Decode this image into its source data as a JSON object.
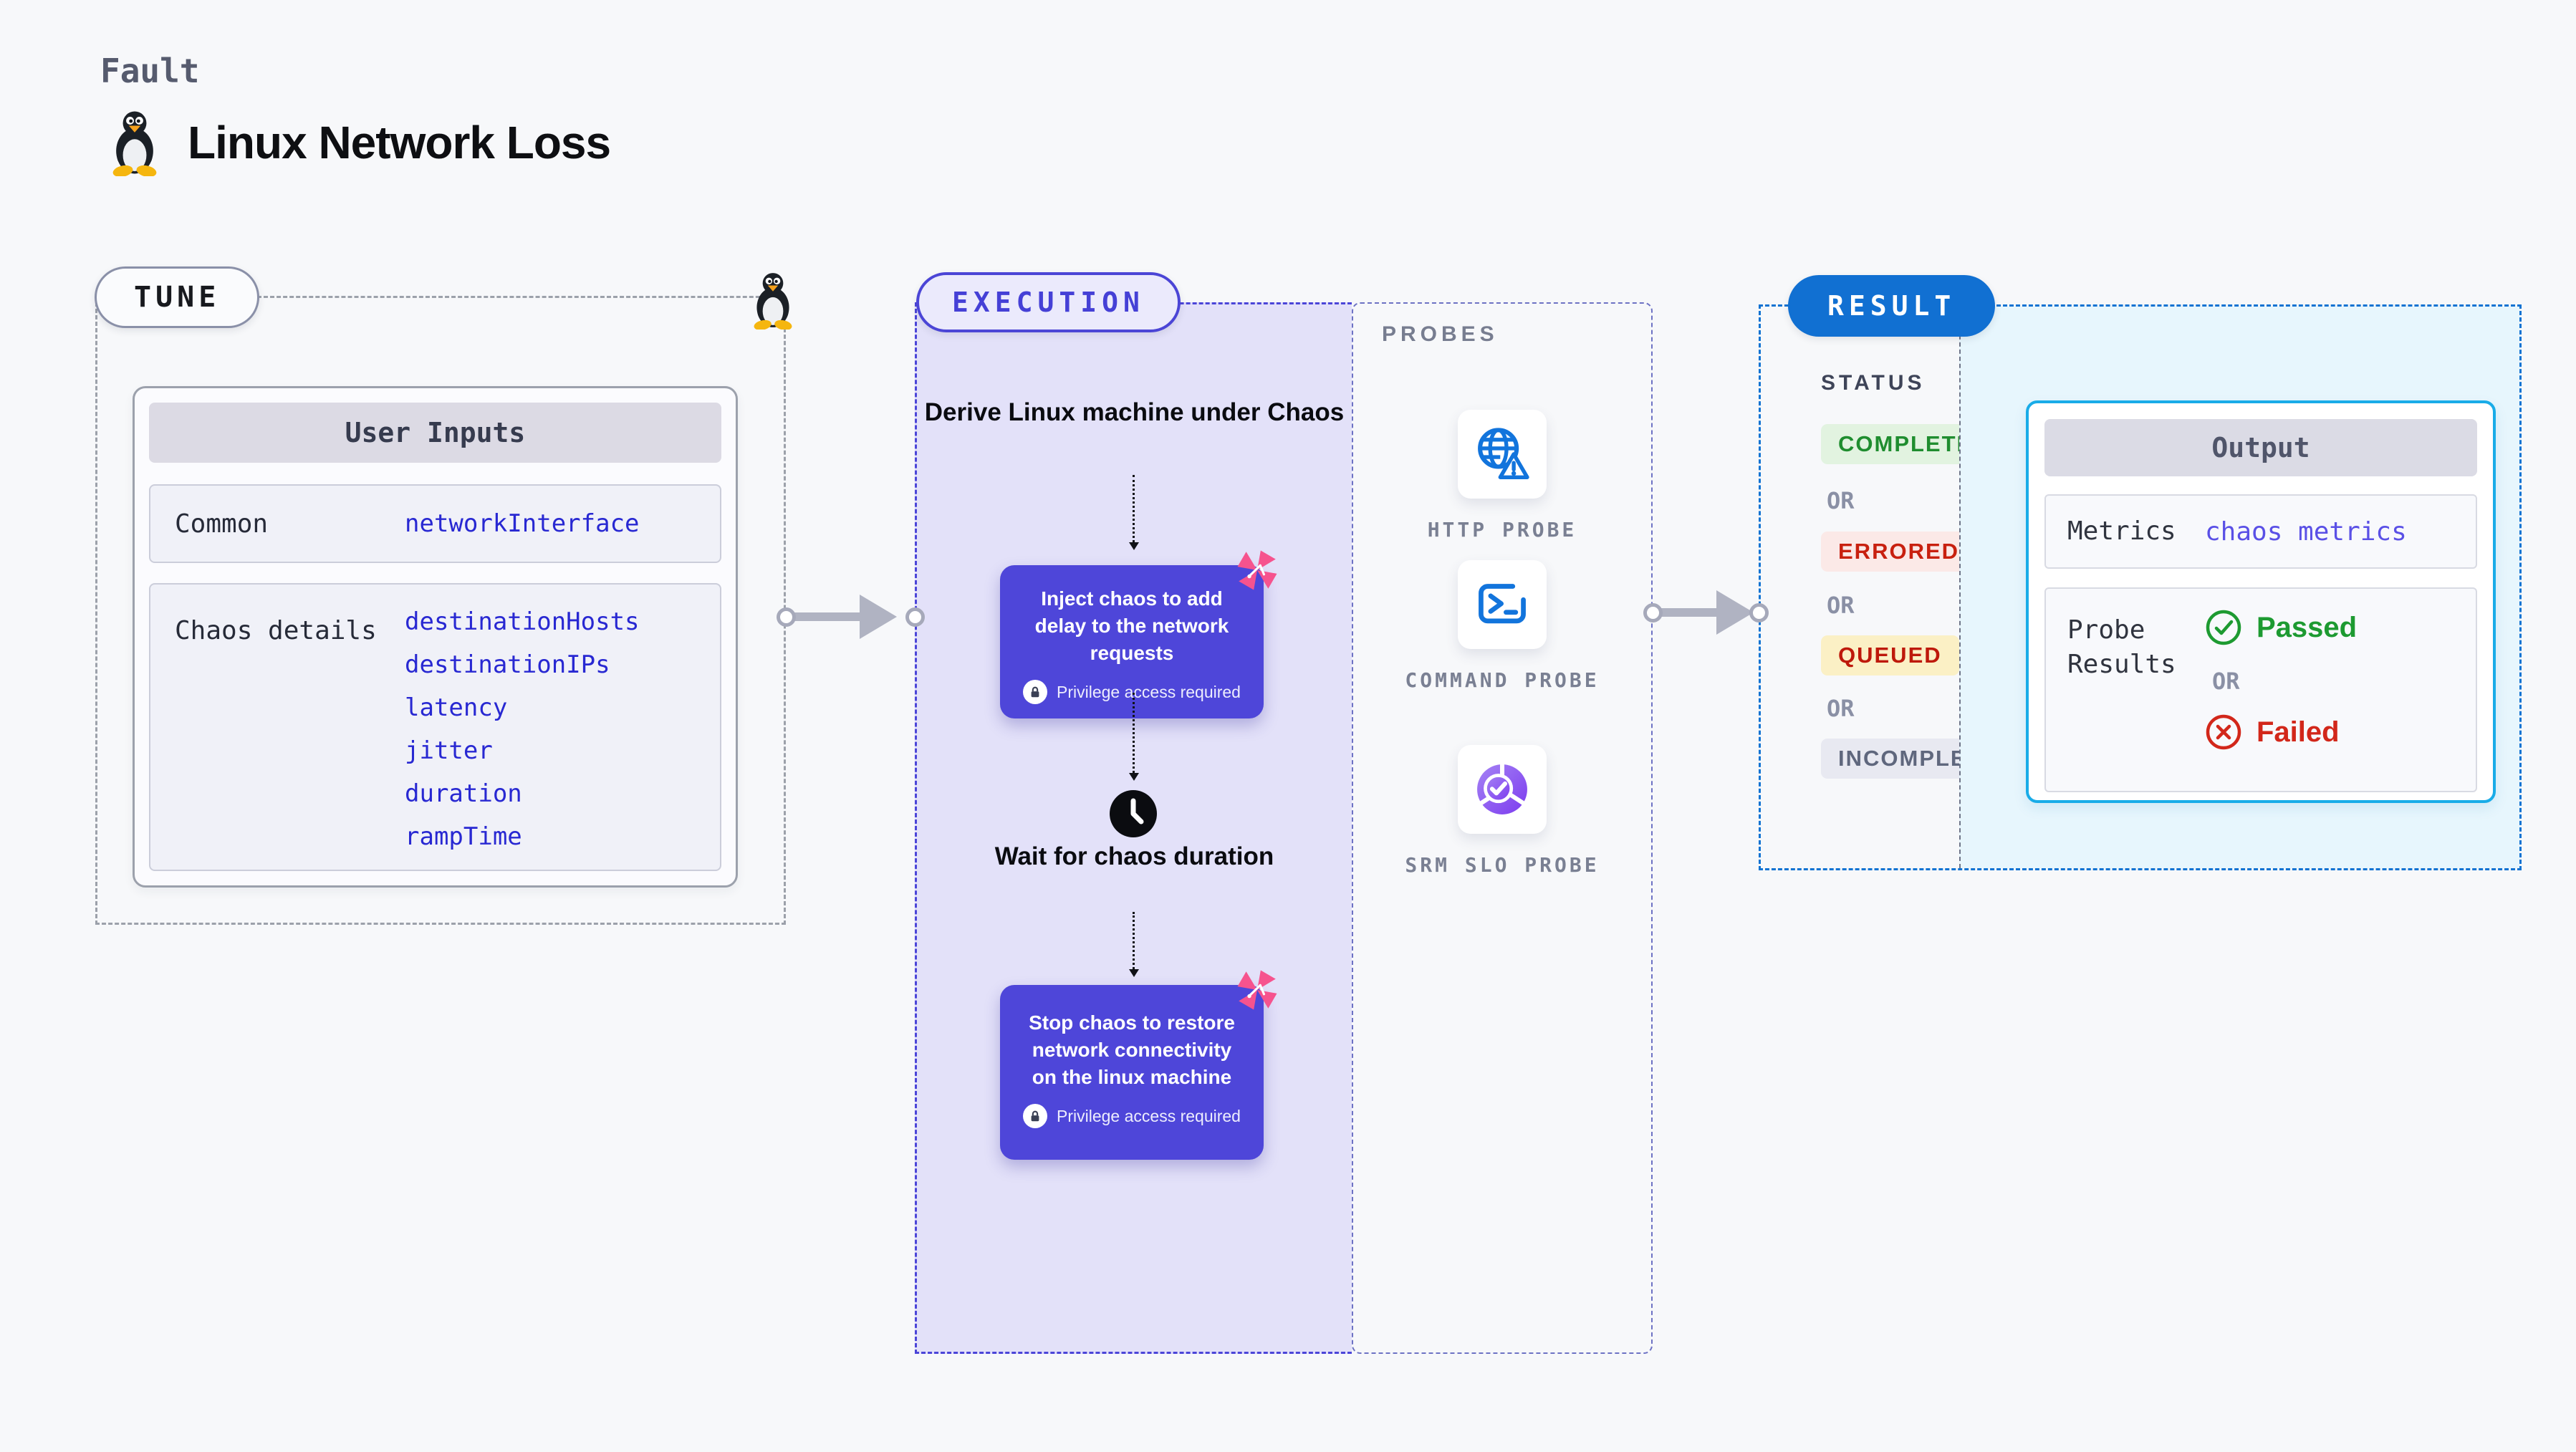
{
  "page": {
    "kicker": "Fault",
    "title": "Linux Network Loss",
    "title_icon": "tux-penguin-icon"
  },
  "tune": {
    "badge": "TUNE",
    "corner_icon": "tux-penguin-icon",
    "table": {
      "header": "User Inputs",
      "rows": [
        {
          "label": "Common",
          "values": [
            "networkInterface"
          ]
        },
        {
          "label": "Chaos details",
          "values": [
            "destinationHosts",
            "destinationIPs",
            "latency",
            "jitter",
            "duration",
            "rampTime"
          ]
        }
      ]
    }
  },
  "execution": {
    "badge": "EXECUTION",
    "derive_label": "Derive Linux machine under Chaos",
    "inject_node": {
      "text": "Inject chaos to add delay to the network requests",
      "privilege_label": "Privilege access required",
      "corner_icon": "chaos-pink-icon",
      "lock_icon": "lock-icon"
    },
    "wait_label": "Wait for chaos duration",
    "wait_icon": "clock-icon",
    "stop_node": {
      "text": "Stop chaos to restore network connectivity on the linux machine",
      "privilege_label": "Privilege access required",
      "corner_icon": "chaos-pink-icon",
      "lock_icon": "lock-icon"
    },
    "probes": {
      "heading": "PROBES",
      "items": [
        {
          "label": "HTTP PROBE",
          "icon": "globe-alert-icon"
        },
        {
          "label": "COMMAND PROBE",
          "icon": "terminal-icon"
        },
        {
          "label": "SRM SLO PROBE",
          "icon": "slo-check-pie-icon"
        }
      ]
    }
  },
  "result": {
    "badge": "RESULT",
    "status_heading": "STATUS",
    "or_label": "OR",
    "statuses": [
      {
        "label": "COMPLETED",
        "bg": "#e2f3e0",
        "color": "#1f8d2f"
      },
      {
        "label": "ERRORED",
        "bg": "#fbe9e7",
        "color": "#c8200f"
      },
      {
        "label": "QUEUED",
        "bg": "#fbf0c5",
        "color": "#be190b"
      },
      {
        "label": "INCOMPLETED",
        "bg": "#e8e9f1",
        "color": "#5f677d"
      }
    ],
    "output": {
      "header": "Output",
      "metrics_label": "Metrics",
      "metrics_value": "chaos metrics",
      "probe_results_label": "Probe Results",
      "passed_label": "Passed",
      "passed_icon": "circle-check-icon",
      "failed_label": "Failed",
      "failed_icon": "circle-x-icon"
    }
  },
  "colors": {
    "page_bg": "#f7f8fa",
    "accent_indigo": "#4e46d9",
    "execution_bg": "#e3e1f9",
    "tune_value_blue": "#2828d2",
    "result_blue": "#1170d2",
    "output_border_cyan": "#19ace8",
    "output_bg": "#e7f6fd",
    "metrics_value_violet": "#5a50e6",
    "passed_green": "#1d9a31",
    "failed_red": "#d2271a",
    "chaos_pink": "#f6538e",
    "probe_icon_blue": "#1274dc",
    "arrow_gray": "#b0b3c2"
  }
}
